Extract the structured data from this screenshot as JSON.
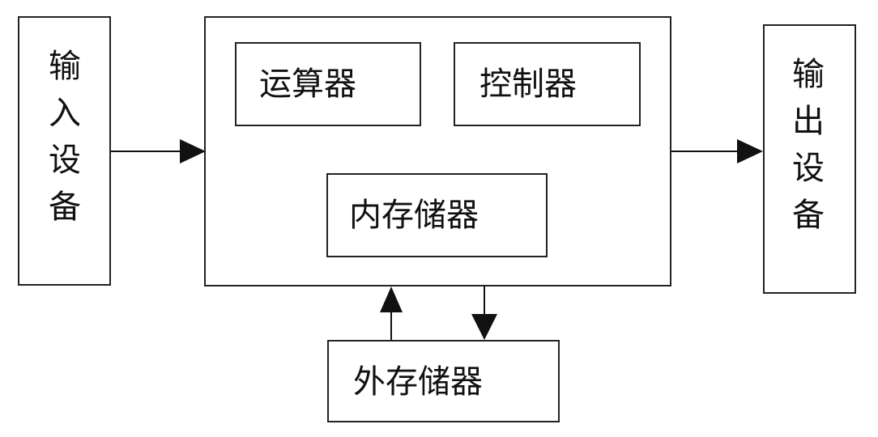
{
  "blocks": {
    "input_device": [
      "输",
      "入",
      "设",
      "备"
    ],
    "output_device": [
      "输",
      "出",
      "设",
      "备"
    ],
    "alu": "运算器",
    "controller": "控制器",
    "internal_memory": "内存储器",
    "external_memory": "外存储器"
  }
}
